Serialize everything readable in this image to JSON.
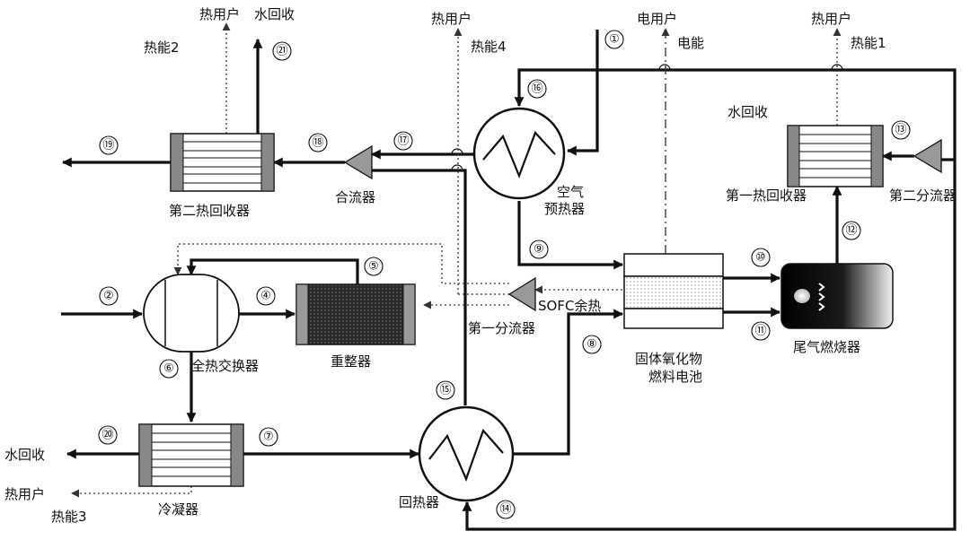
{
  "components": {
    "full_heat_exchanger": "全热交换器",
    "reformer": "重整器",
    "second_heat_recovery": "第二热回收器",
    "first_heat_recovery": "第一热回收器",
    "mixer": "合流器",
    "air_preheater": [
      "空气",
      "预热器"
    ],
    "sofc": [
      "固体氧化物",
      "燃料电池"
    ],
    "afterburner": "尾气燃烧器",
    "first_splitter": "第一分流器",
    "second_splitter": "第二分流器",
    "condenser": "冷凝器",
    "recuperator": "回热器"
  },
  "outputs": {
    "heat_user": "热用户",
    "water_recovery": "水回收",
    "electric_user": "电用户",
    "electric_energy": "电能",
    "heat_energy_1": "热能1",
    "heat_energy_2": "热能2",
    "heat_energy_3": "热能3",
    "heat_energy_4": "热能4",
    "sofc_waste_heat": "SOFC余热"
  },
  "streams": {
    "s1": "①",
    "s2": "②",
    "s4": "④",
    "s5": "⑤",
    "s6": "⑥",
    "s7": "⑦",
    "s8": "⑧",
    "s9": "⑨",
    "s10": "⑩",
    "s11": "⑪",
    "s12": "⑫",
    "s13": "⑬",
    "s14": "⑭",
    "s15": "⑮",
    "s16": "⑯",
    "s17": "⑰",
    "s18": "⑱",
    "s19": "⑲",
    "s20": "⑳",
    "s21": "㉑"
  }
}
